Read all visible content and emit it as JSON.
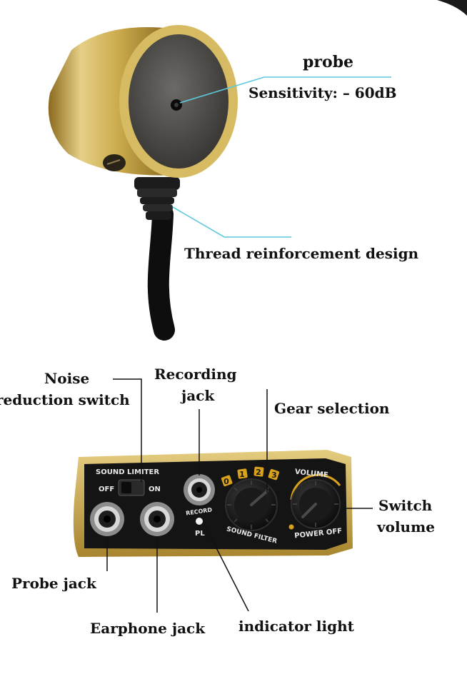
{
  "callouts": {
    "probe": "probe",
    "sensitivity": "Sensitivity: – 60dB",
    "thread": "Thread reinforcement design",
    "noise_line1": "Noise",
    "noise_line2": "reduction switch",
    "recording_line1": "Recording",
    "recording_line2": "jack",
    "gear": "Gear selection",
    "switch_line1": "Switch",
    "switch_line2": "volume",
    "probe_jack": "Probe jack",
    "earphone_jack": "Earphone jack",
    "indicator": "indicator light"
  },
  "panel": {
    "sound_limiter": "SOUND LIMITER",
    "off": "OFF",
    "on": "ON",
    "record": "RECORD",
    "pl": "PL",
    "sound_filter": "SOUND FILTER",
    "volume": "VOLUME",
    "power_off": "POWER OFF",
    "gear_positions": [
      "0",
      "1",
      "2",
      "3"
    ]
  },
  "colors": {
    "gold": "#c9a94a",
    "panel_black": "#141414",
    "leader_line": "#5bc8dc",
    "gear_badge": "#d9a21c"
  }
}
